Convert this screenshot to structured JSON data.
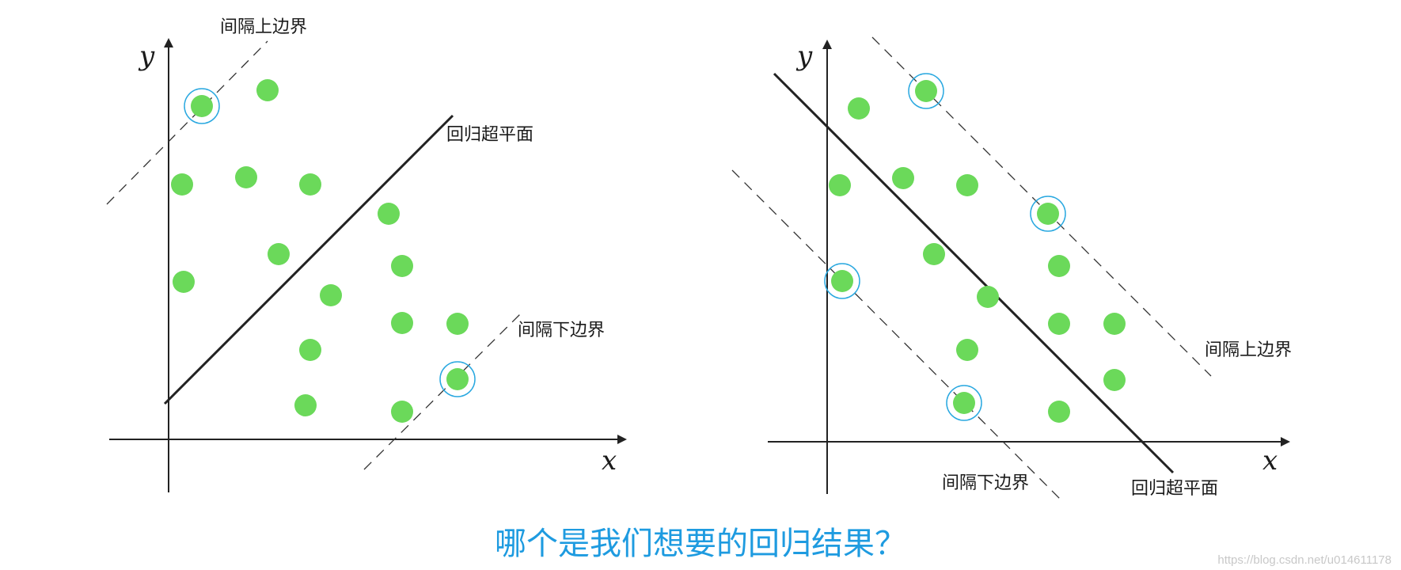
{
  "diagrams": [
    {
      "id": "left",
      "axis_x_label": "x",
      "axis_y_label": "y",
      "labels": {
        "upper_margin": "间隔上边界",
        "hyperplane": "回归超平面",
        "lower_margin": "间隔下边界"
      }
    },
    {
      "id": "right",
      "axis_x_label": "x",
      "axis_y_label": "y",
      "labels": {
        "upper_margin": "间隔上边界",
        "hyperplane": "回归超平面",
        "lower_margin": "间隔下边界"
      }
    }
  ],
  "question": "哪个是我们想要的回归结果？",
  "watermark": "https://blog.csdn.net/u014611178",
  "colors": {
    "point": "#6bd95a",
    "ring": "#29a8e0",
    "axis": "#222222",
    "question": "#1e9be0"
  }
}
